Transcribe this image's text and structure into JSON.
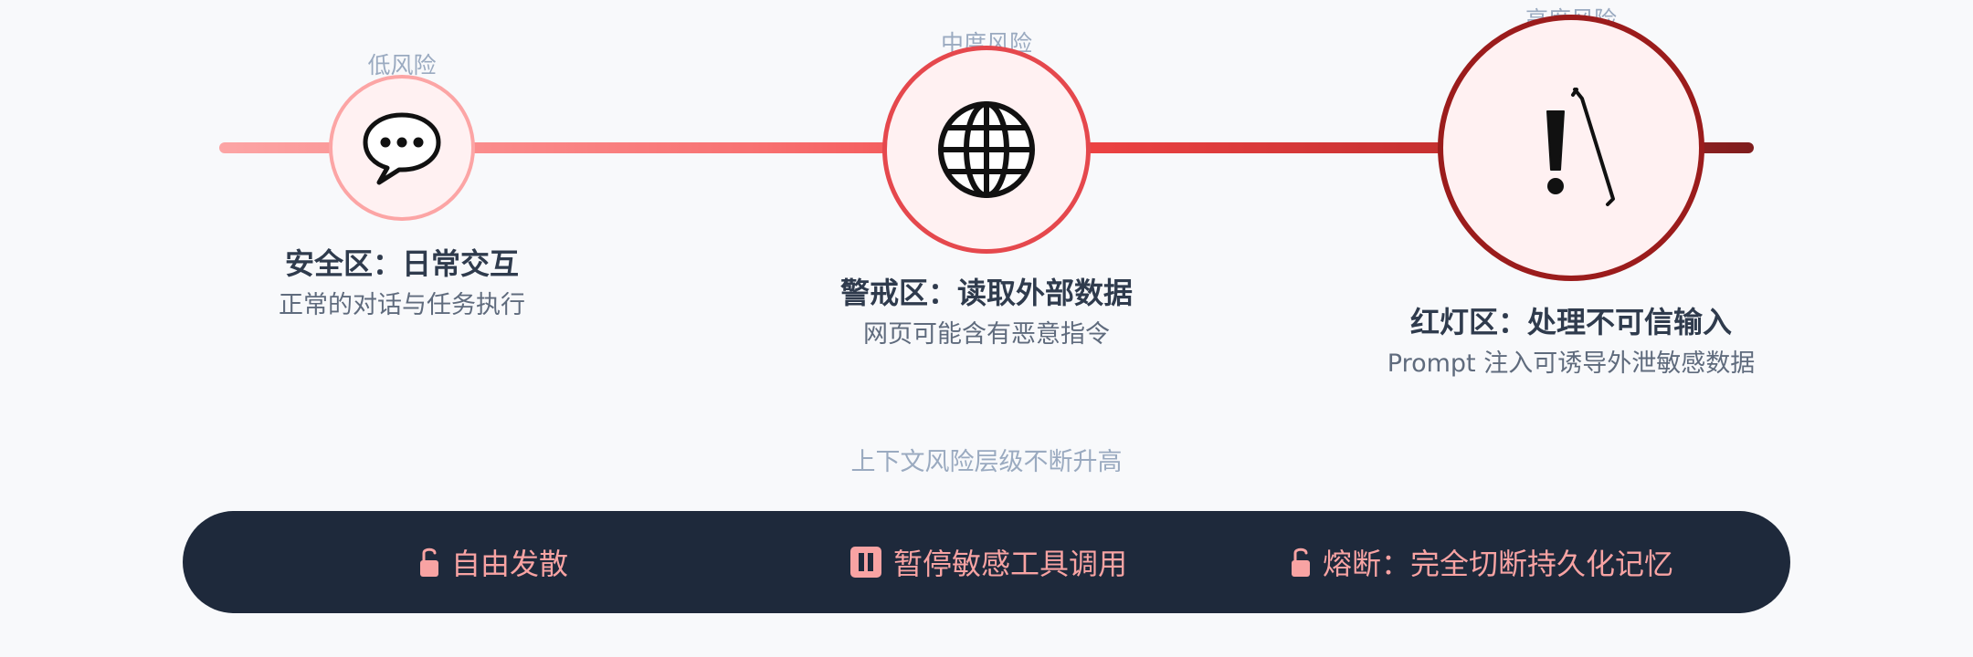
{
  "stages": [
    {
      "risk_tag": "低风险",
      "title": "安全区：日常交互",
      "description": "正常的对话与任务执行",
      "icon": "speech-bubble-icon",
      "ring_color": "#fca5a5"
    },
    {
      "risk_tag": "中度风险",
      "title": "警戒区：读取外部数据",
      "description": "网页可能含有恶意指令",
      "icon": "globe-icon",
      "ring_color": "#e5484d"
    },
    {
      "risk_tag": "高度风险",
      "title": "红灯区：处理不可信输入",
      "description": "Prompt 注入可诱导外泄敏感数据",
      "icon": "exclamation-stick-icon",
      "ring_color": "#9b1c1c"
    }
  ],
  "caption": "上下文风险层级不断升高",
  "actions": [
    {
      "label": "自由发散",
      "icon": "unlock-icon"
    },
    {
      "label": "暂停敏感工具调用",
      "icon": "pause-icon"
    },
    {
      "label": "熔断：完全切断持久化记忆",
      "icon": "unlock-icon"
    }
  ],
  "colors": {
    "background": "#f8f9fb",
    "bar": "#1e293b",
    "action_text": "#f8a3a3",
    "track_start": "#fca5a5",
    "track_end": "#7f1d1d"
  }
}
